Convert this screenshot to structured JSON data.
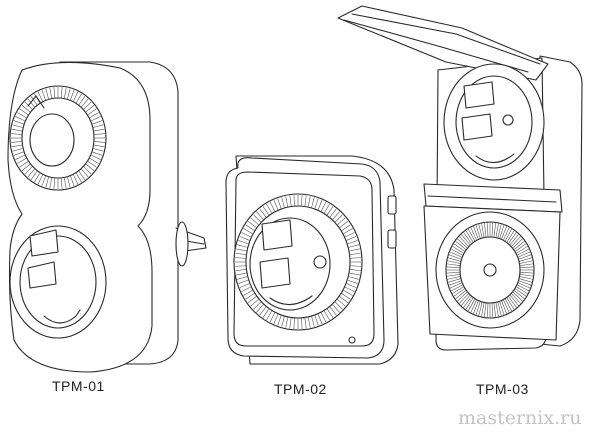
{
  "devices": [
    {
      "id": "tpm01",
      "label": "TPM-01",
      "icon": "plug-in-timer-socket-icon"
    },
    {
      "id": "tpm02",
      "label": "TPM-02",
      "icon": "square-timer-socket-icon"
    },
    {
      "id": "tpm03",
      "label": "TPM-03",
      "icon": "outdoor-timer-socket-icon"
    }
  ],
  "watermark": "masternix.ru",
  "colors": {
    "line": "#2a2a2a",
    "background": "#ffffff",
    "watermark": "#c4c4c4"
  }
}
